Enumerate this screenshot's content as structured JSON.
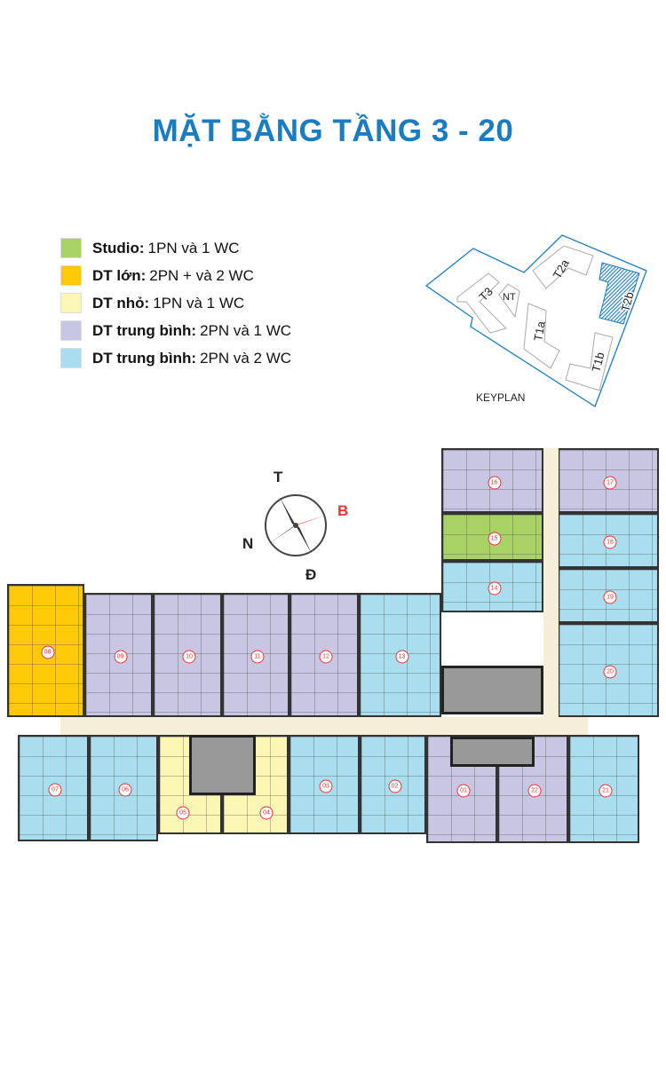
{
  "title": "MẶT BẰNG TẦNG 3 - 20",
  "legend": [
    {
      "bold": "Studio:",
      "text": "1PN và 1 WC",
      "color": "#a8d266"
    },
    {
      "bold": "DT lớn:",
      "text": "2PN + và 2 WC",
      "color": "#ffc907"
    },
    {
      "bold": "DT nhỏ:",
      "text": "1PN  và 1 WC",
      "color": "#fbf6b4"
    },
    {
      "bold": "DT trung bình:",
      "text": "2PN và 1 WC",
      "color": "#c9c6e4"
    },
    {
      "bold": "DT trung bình:",
      "text": "2PN và 2 WC",
      "color": "#a9deef"
    }
  ],
  "keyplan": {
    "label": "KEYPLAN",
    "buildings": [
      "T3",
      "NT",
      "T2a",
      "T1a",
      "T1b",
      "T2b"
    ],
    "highlighted": "T2b",
    "outline_color": "#1a7cc1"
  },
  "compass": {
    "north": "T",
    "east": "B",
    "west": "N",
    "south": "Đ"
  },
  "units": [
    {
      "id": "01",
      "type": 3
    },
    {
      "id": "02",
      "type": 4
    },
    {
      "id": "03",
      "type": 4
    },
    {
      "id": "04",
      "type": 2
    },
    {
      "id": "05",
      "type": 2
    },
    {
      "id": "06",
      "type": 4
    },
    {
      "id": "07",
      "type": 4
    },
    {
      "id": "08",
      "type": 1
    },
    {
      "id": "09",
      "type": 3
    },
    {
      "id": "10",
      "type": 3
    },
    {
      "id": "11",
      "type": 3
    },
    {
      "id": "12",
      "type": 3
    },
    {
      "id": "13",
      "type": 4
    },
    {
      "id": "14",
      "type": 4
    },
    {
      "id": "15",
      "type": 0
    },
    {
      "id": "16",
      "type": 3
    },
    {
      "id": "17",
      "type": 3
    },
    {
      "id": "18",
      "type": 4
    },
    {
      "id": "19",
      "type": 4
    },
    {
      "id": "20",
      "type": 4
    },
    {
      "id": "21",
      "type": 4
    },
    {
      "id": "22",
      "type": 3
    }
  ]
}
